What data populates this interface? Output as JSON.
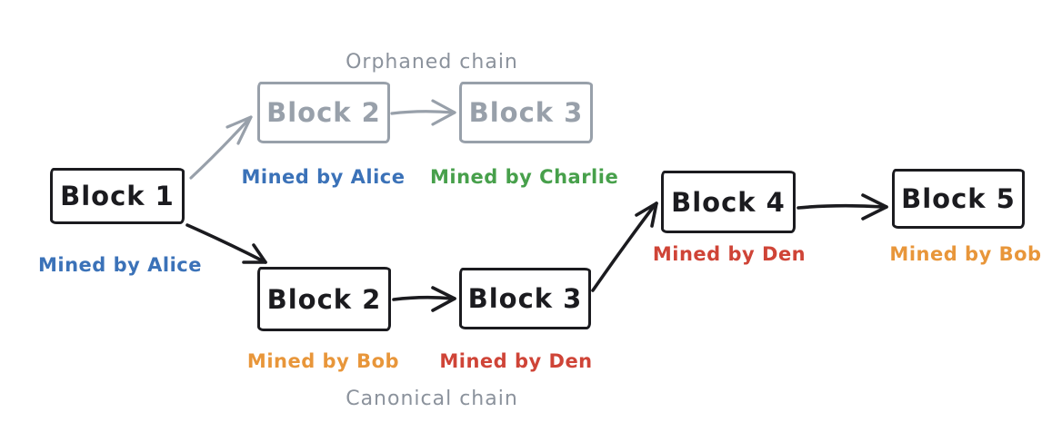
{
  "diagram": {
    "chain_titles": {
      "orphaned_chain": "Orphaned chain",
      "canonical_chain": "Canonical chain"
    },
    "colors": {
      "blue": "#3b72b8",
      "green": "#47a04b",
      "orange": "#e8963a",
      "red": "#cf4437",
      "gray_stroke": "#98a0aa",
      "gray_text": "#8b929c",
      "black": "#1b1b1f"
    },
    "blocks": {
      "block1": {
        "label": "Block 1",
        "miner_label": "Mined by Alice",
        "chain": "shared"
      },
      "orphan_block2": {
        "label": "Block 2",
        "miner_label": "Mined by Alice",
        "chain": "orphaned"
      },
      "orphan_block3": {
        "label": "Block 3",
        "miner_label": "Mined by Charlie",
        "chain": "orphaned"
      },
      "canon_block2": {
        "label": "Block 2",
        "miner_label": "Mined by Bob",
        "chain": "canonical"
      },
      "canon_block3": {
        "label": "Block 3",
        "miner_label": "Mined by Den",
        "chain": "canonical"
      },
      "block4": {
        "label": "Block 4",
        "miner_label": "Mined by Den",
        "chain": "canonical"
      },
      "block5": {
        "label": "Block 5",
        "miner_label": "Mined by Bob",
        "chain": "canonical"
      }
    }
  }
}
